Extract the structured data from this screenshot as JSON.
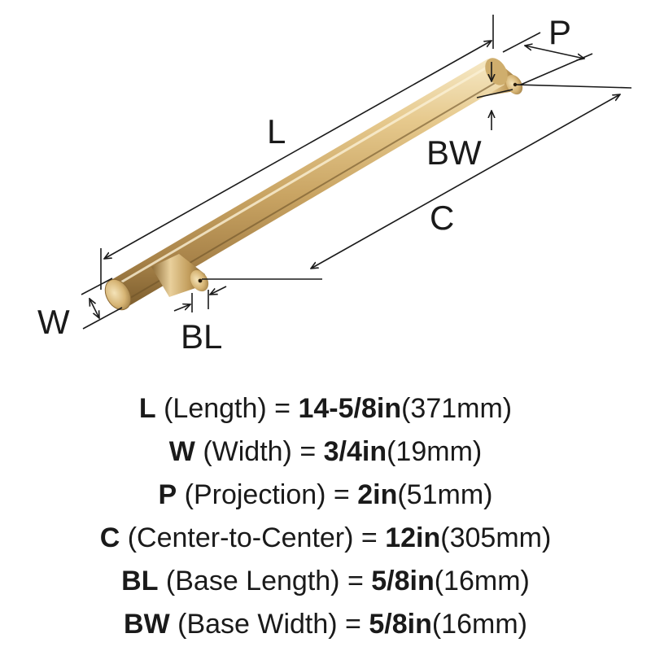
{
  "diagram": {
    "labels": {
      "L": "L",
      "W": "W",
      "P": "P",
      "C": "C",
      "BL": "BL",
      "BW": "BW"
    }
  },
  "specs": [
    {
      "code": "L",
      "desc": " (Length) = ",
      "imperial": "14-5/8in",
      "metric": "(371mm)"
    },
    {
      "code": "W",
      "desc": " (Width) = ",
      "imperial": "3/4in",
      "metric": "(19mm)"
    },
    {
      "code": "P",
      "desc": " (Projection) = ",
      "imperial": "2in",
      "metric": "(51mm)"
    },
    {
      "code": "C",
      "desc": " (Center-to-Center) = ",
      "imperial": "12in",
      "metric": "(305mm)"
    },
    {
      "code": "BL",
      "desc": " (Base Length) = ",
      "imperial": "5/8in",
      "metric": "(16mm)"
    },
    {
      "code": "BW",
      "desc": " (Base Width) = ",
      "imperial": "5/8in",
      "metric": "(16mm)"
    }
  ],
  "colors": {
    "brass_light": "#f3e2b6",
    "brass_mid": "#d8b676",
    "brass_dark": "#9a7840",
    "brass_shadow": "#6e5328",
    "line": "#1a1a1a"
  }
}
